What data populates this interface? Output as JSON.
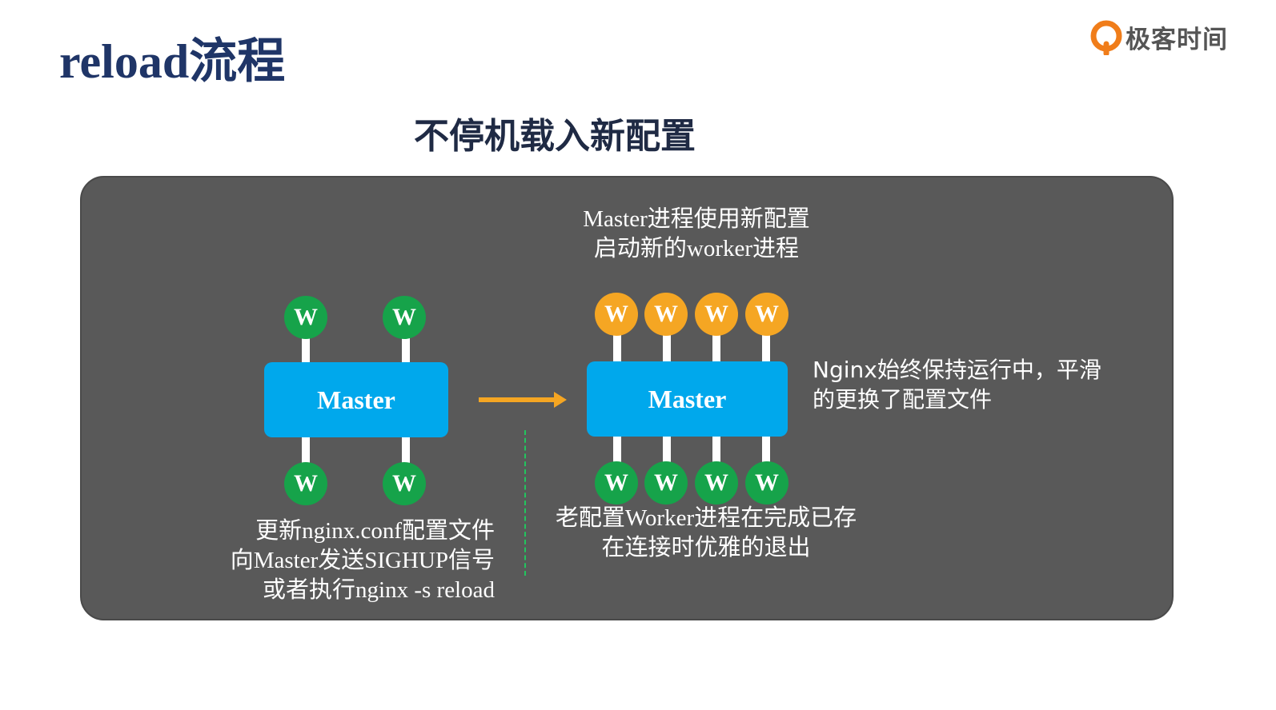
{
  "slide": {
    "title": "reload流程",
    "subtitle": "不停机载入新配置",
    "logo_text": "极客时间",
    "logo_icon": "geektime-logo-icon"
  },
  "diagram": {
    "worker_label": "W",
    "master_label": "Master",
    "old_caption": [
      "更新nginx.conf配置文件",
      "向Master发送SIGHUP信号",
      "或者执行nginx -s reload"
    ],
    "new_caption_top": [
      "Master进程使用新配置",
      "启动新的worker进程"
    ],
    "new_caption_bottom": [
      "老配置Worker进程在完成已存",
      "在连接时优雅的退出"
    ],
    "side_note": [
      "Nginx始终保持运行中，平滑",
      "的更换了配置文件"
    ],
    "colors": {
      "panel": "#595959",
      "master": "#00a8ec",
      "new_worker": "#f5a623",
      "old_worker": "#16a34a",
      "arrow": "#f5a623",
      "title": "#1f3567"
    }
  }
}
